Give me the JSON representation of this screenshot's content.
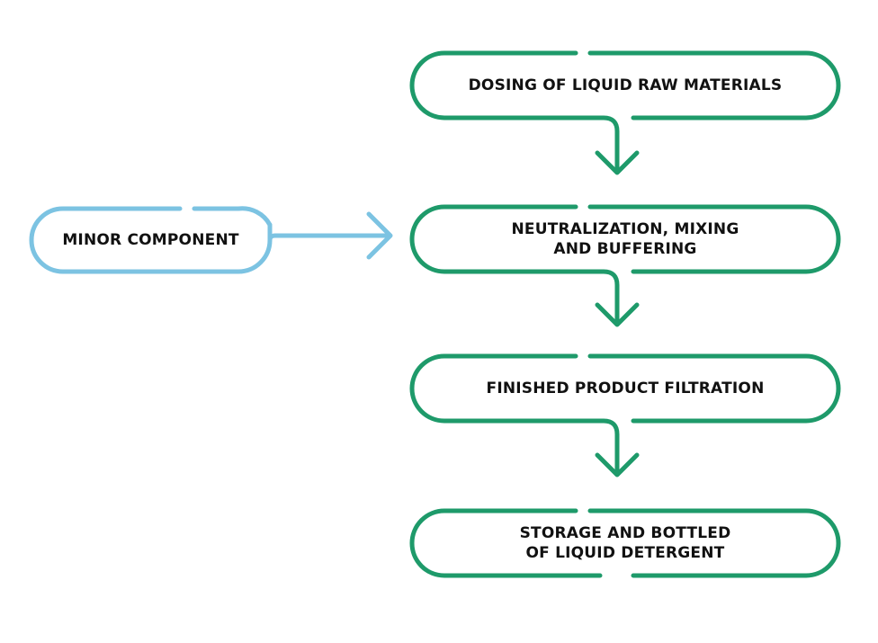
{
  "colors": {
    "main_flow": "#1e9a6a",
    "side_input": "#7cc3e2",
    "text": "#111111"
  },
  "steps": [
    {
      "lines": [
        "DOSING OF LIQUID RAW MATERIALS"
      ]
    },
    {
      "lines": [
        "NEUTRALIZATION, MIXING",
        "AND BUFFERING"
      ]
    },
    {
      "lines": [
        "FINISHED PRODUCT FILTRATION"
      ]
    },
    {
      "lines": [
        "STORAGE AND BOTTLED",
        "OF LIQUID DETERGENT"
      ]
    }
  ],
  "side_input": {
    "lines": [
      "MINOR COMPONENT"
    ]
  }
}
